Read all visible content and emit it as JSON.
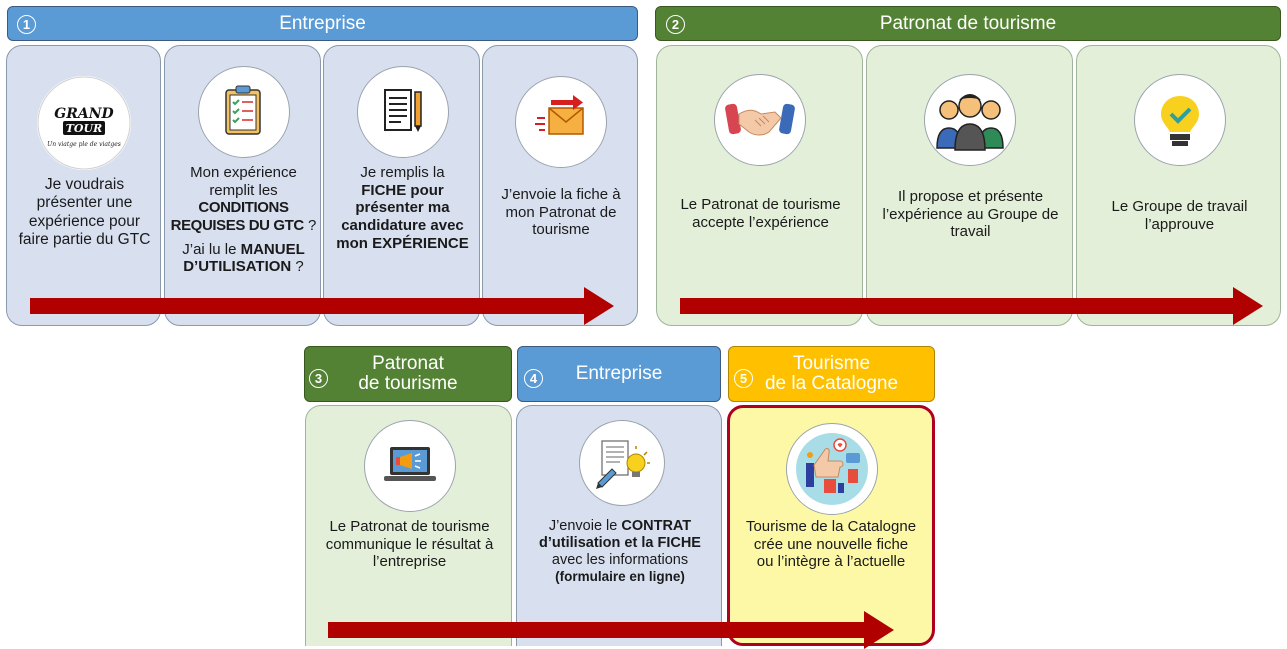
{
  "sections": {
    "s1": {
      "num": "1",
      "title": "Entreprise"
    },
    "s2": {
      "num": "2",
      "title": "Patronat de tourisme"
    },
    "s3": {
      "num": "3",
      "title_l1": "Patronat",
      "title_l2": "de tourisme"
    },
    "s4": {
      "num": "4",
      "title": "Entreprise"
    },
    "s5": {
      "num": "5",
      "title_l1": "Tourisme",
      "title_l2": "de la Catalogne"
    }
  },
  "logo": {
    "line1": "GRAND",
    "line2": "TOUR",
    "tagline": "Un viatge ple de viatges"
  },
  "cards": {
    "c1": {
      "text": "Je voudrais présenter une expérience pour faire partie du GTC"
    },
    "c2": {
      "t1": "Mon expérience remplit les",
      "t2": "CONDITIONS REQUISES DU GTC",
      "t3": " ?",
      "t4": "J’ai lu le ",
      "t5": "MANUEL D’UTILISATION",
      "t6": " ?"
    },
    "c3": {
      "t1": "Je remplis la",
      "t2": "FICHE pour présenter ma candidature avec mon EXPÉRIENCE"
    },
    "c4": {
      "text": "J’envoie la fiche à mon Patronat de tourisme"
    },
    "c5": {
      "text": "Le Patronat de tourisme accepte l’expérience"
    },
    "c6": {
      "text": "Il propose et présente l’expérience au Groupe de travail"
    },
    "c7": {
      "text": "Le Groupe de travail l’approuve"
    },
    "c8": {
      "text": "Le Patronat de tourisme communique le résultat à l’entreprise"
    },
    "c9": {
      "t1": "J’envoie le ",
      "t2": "CONTRAT d’utilisation et la FICHE",
      "t3": " avec les informations",
      "t4": "(formulaire en ligne)"
    },
    "c10": {
      "text": "Tourisme de la Catalogne crée une nouvelle fiche ou l’intègre à l’actuelle"
    }
  },
  "colors": {
    "blue_header": "#5b9bd5",
    "green_header": "#548235",
    "yellow_header": "#ffc000",
    "arrow": "#b00000"
  }
}
